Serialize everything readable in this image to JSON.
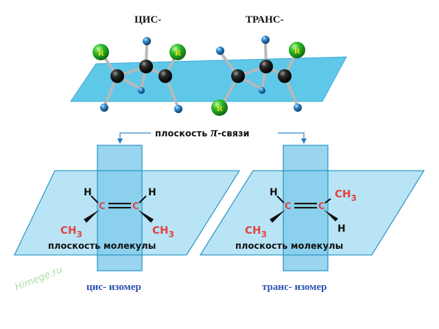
{
  "top": {
    "cis_label": "ЦИС-",
    "trans_label": "ТРАНС-",
    "substituent": "R"
  },
  "middle": {
    "pi_label_prefix": "плоскость",
    "pi_symbol": "π",
    "pi_label_suffix": "-связи"
  },
  "cis_panel": {
    "atom_h": "H",
    "atom_c": "C",
    "group_ch": "CH",
    "group_sub": "3",
    "plane_label": "плоскость молекулы",
    "caption": "цис- изомер"
  },
  "trans_panel": {
    "atom_h": "H",
    "atom_c": "C",
    "group_ch": "CH",
    "group_sub": "3",
    "plane_label": "плоскость молекулы",
    "caption": "транс- изомер"
  },
  "watermark": "Himege.ru",
  "colors": {
    "plane": "#5fc8e8",
    "plane_light": "#b8e4f5",
    "plane_edge": "#2e97c8",
    "ball_green": "#22b22a",
    "ball_blue": "#1a78b8",
    "atom_red": "#e8413f",
    "caption_blue": "#2a50b0"
  }
}
